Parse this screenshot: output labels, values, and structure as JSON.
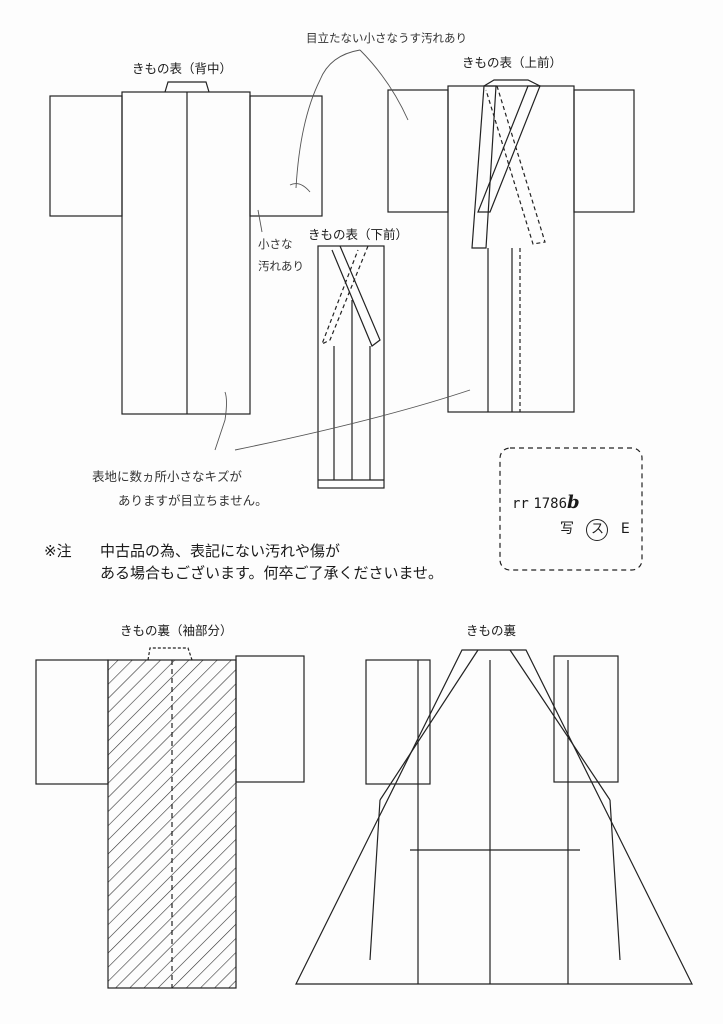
{
  "labels": {
    "back": "きもの表（背中）",
    "upper_front": "きもの表（上前）",
    "lower_front": "きもの表（下前）",
    "lining_sleeve": "きもの裏（袖部分）",
    "lining": "きもの裏"
  },
  "handwritten": {
    "top_note": "目立たない小さなうす汚れあり",
    "side_note_1": "小さな",
    "side_note_2": "汚れあり",
    "bottom_note_1": "表地に数ヵ所小さなキズが",
    "bottom_note_2": "ありますが目立ちません。"
  },
  "notice": {
    "mark": "※注",
    "line1": "中古品の為、表記にない汚れや傷が",
    "line2": "ある場合もございます。何卒ご了承くださいませ。"
  },
  "reference": {
    "prefix": "rr",
    "number": "1786",
    "suffix": "b",
    "photo_label": "写",
    "photo_mark": "ス",
    "grade": "E"
  }
}
